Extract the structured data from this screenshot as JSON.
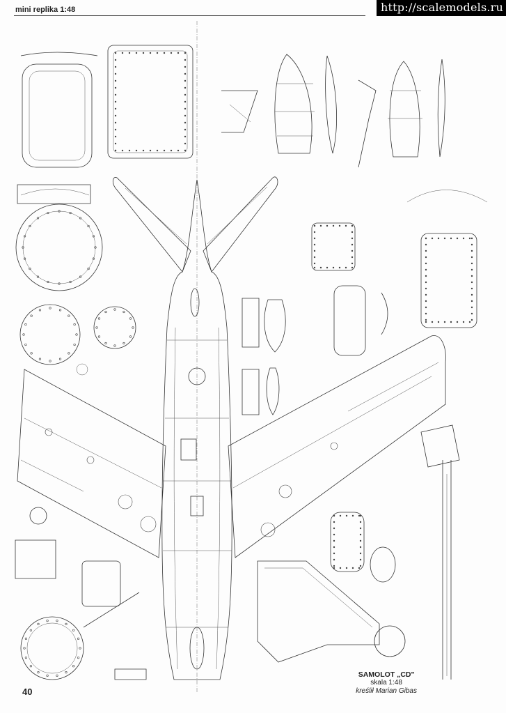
{
  "header": {
    "title": "mini replika 1:48"
  },
  "watermark": {
    "text": "http://scalemodels.ru"
  },
  "page_number": "40",
  "caption": {
    "title": "SAMOLOT „CD\"",
    "scale": "skala 1:48",
    "author": "kreślił Marian Gibas"
  },
  "colors": {
    "paper": "#fdfdfd",
    "ink": "#333333",
    "watermark_bg": "#000000",
    "watermark_fg": "#ffffff"
  }
}
